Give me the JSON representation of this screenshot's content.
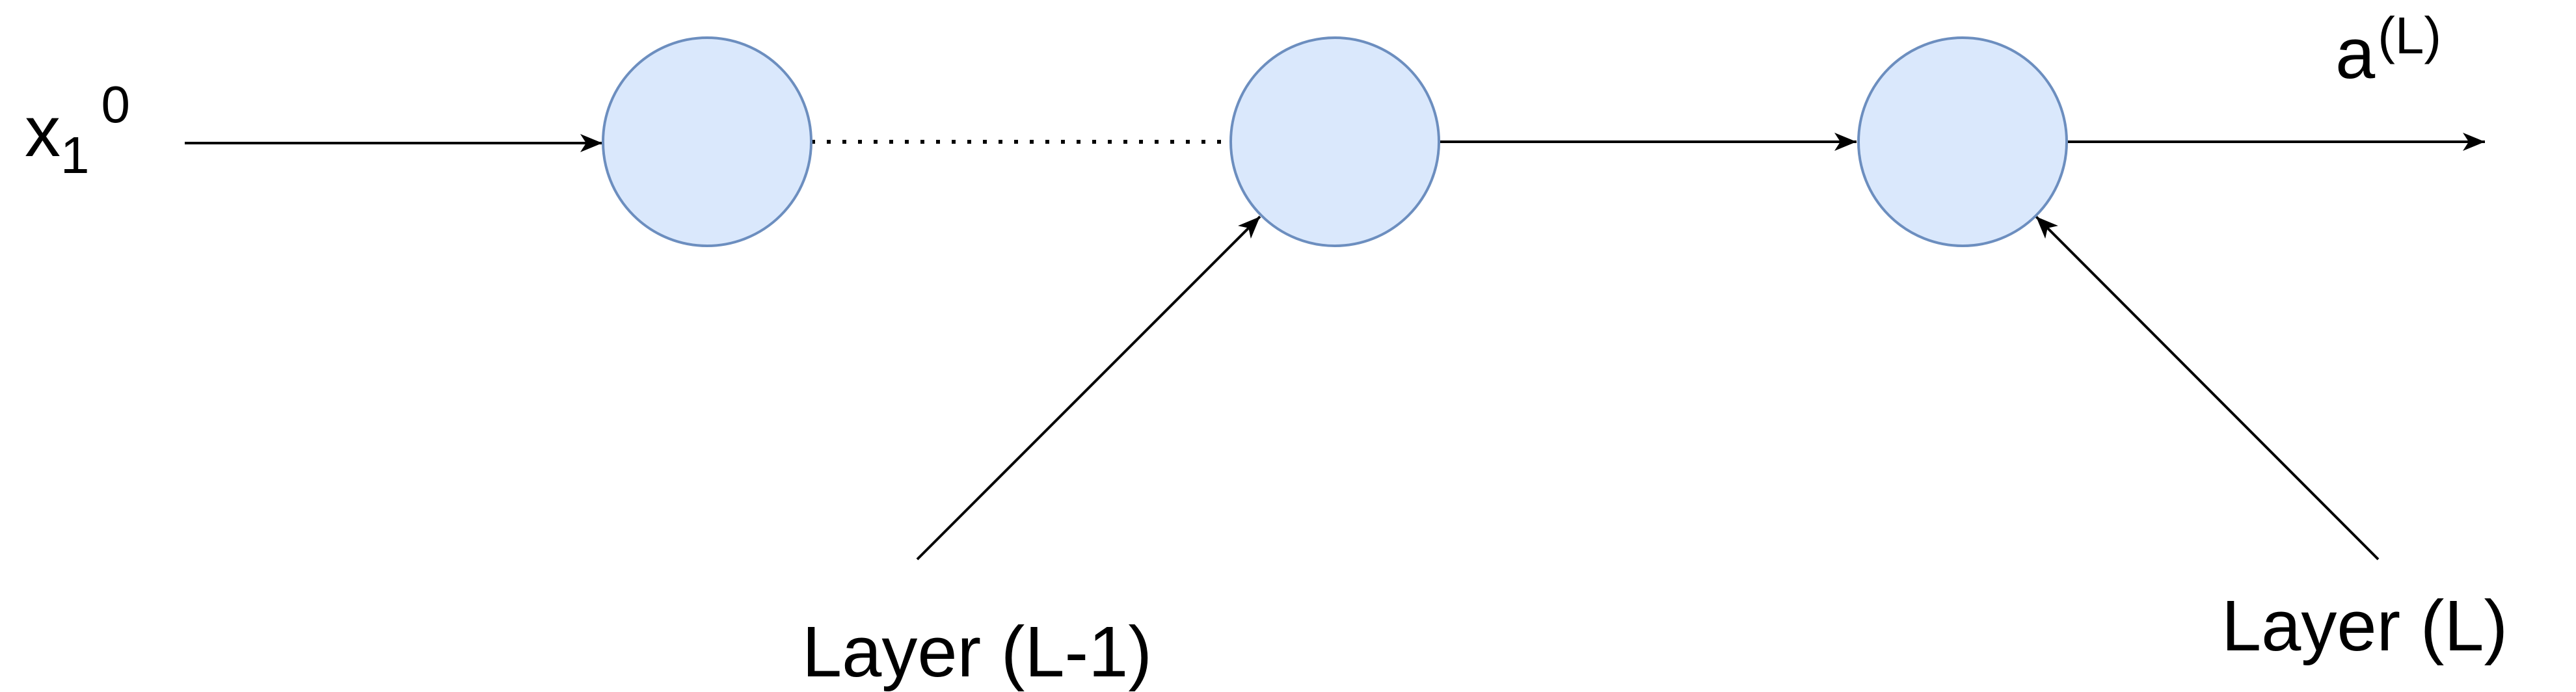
{
  "diagram": {
    "input_label": {
      "base": "x",
      "subscript": "1",
      "superscript": "0"
    },
    "output_label": {
      "base": "a",
      "superscript": "(L)"
    },
    "layer_labels": {
      "previous": "Layer (L-1)",
      "current": "Layer (L)"
    },
    "nodes": [
      "node-1",
      "node-2",
      "node-3"
    ]
  },
  "colors": {
    "node_fill": "#dae8fc",
    "node_stroke": "#6c8ebf",
    "line": "#000000"
  }
}
